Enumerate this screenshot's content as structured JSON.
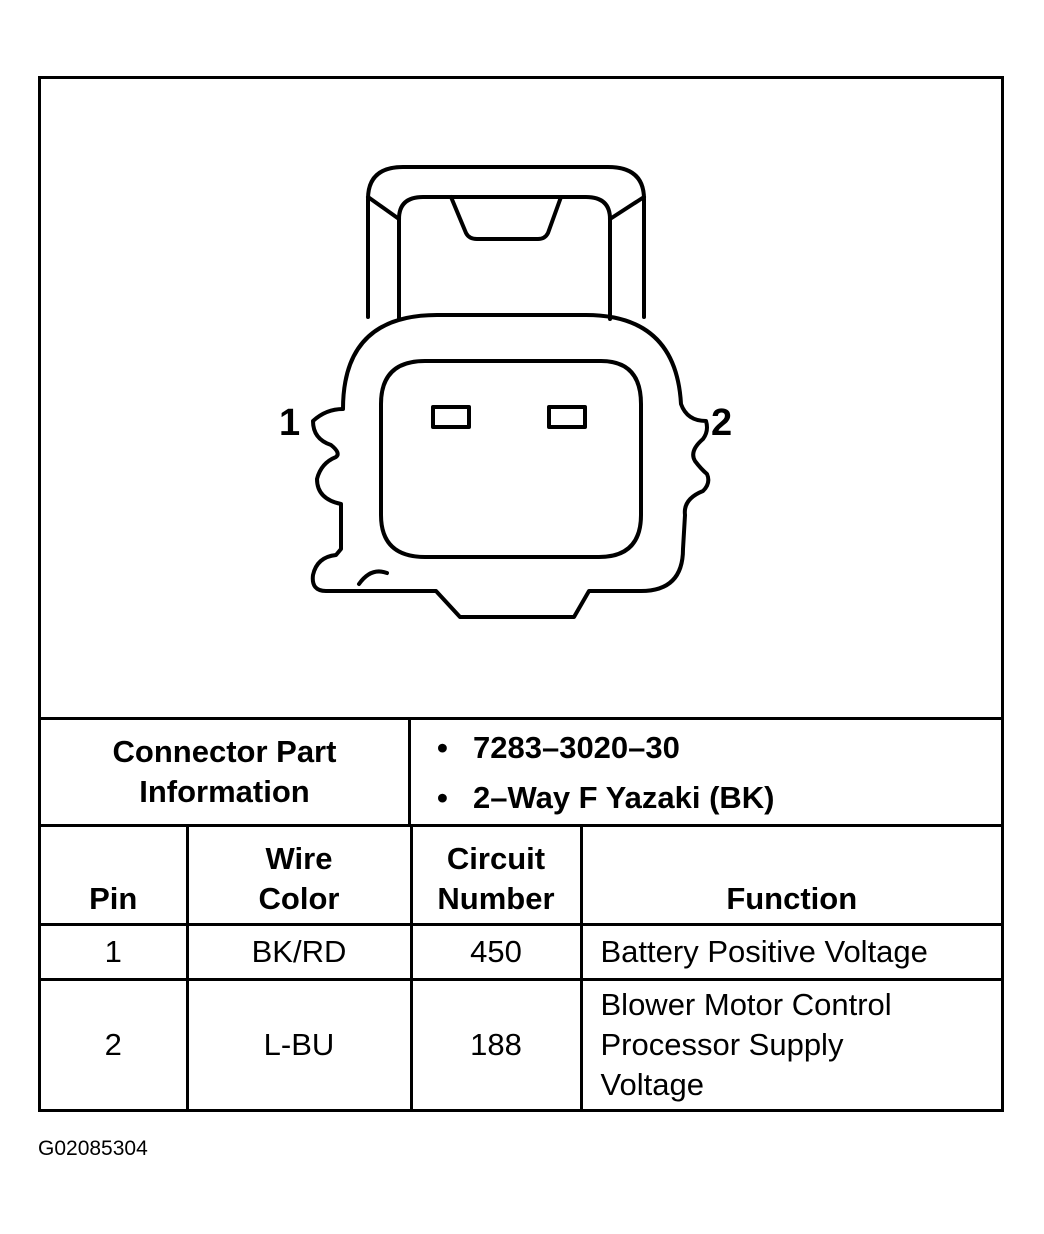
{
  "diagram": {
    "pin_labels": [
      "1",
      "2"
    ]
  },
  "connector_info": {
    "label_lines": [
      "Connector Part",
      "Information"
    ],
    "items": [
      "7283–3020–30",
      "2–Way F Yazaki (BK)"
    ]
  },
  "pin_table": {
    "headers": {
      "pin": [
        "Pin"
      ],
      "wire_color": [
        "Wire",
        "Color"
      ],
      "circuit_number": [
        "Circuit",
        "Number"
      ],
      "function": [
        "Function"
      ]
    },
    "rows": [
      {
        "pin": "1",
        "wire_color": "BK/RD",
        "circuit": "450",
        "function_lines": [
          "Battery Positive Voltage"
        ]
      },
      {
        "pin": "2",
        "wire_color": "L-BU",
        "circuit": "188",
        "function_lines": [
          "Blower Motor Control",
          "Processor Supply",
          "Voltage"
        ]
      }
    ]
  },
  "figure_id": "G02085304"
}
